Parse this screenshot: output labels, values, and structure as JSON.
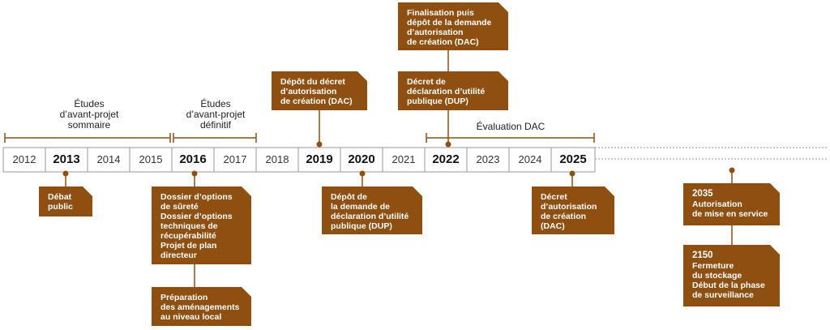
{
  "timeline": {
    "years": [
      {
        "label": "2012",
        "bold": false
      },
      {
        "label": "2013",
        "bold": true
      },
      {
        "label": "2014",
        "bold": false
      },
      {
        "label": "2015",
        "bold": false
      },
      {
        "label": "2016",
        "bold": true
      },
      {
        "label": "2017",
        "bold": false
      },
      {
        "label": "2018",
        "bold": false
      },
      {
        "label": "2019",
        "bold": true
      },
      {
        "label": "2020",
        "bold": true
      },
      {
        "label": "2021",
        "bold": false
      },
      {
        "label": "2022",
        "bold": true
      },
      {
        "label": "2023",
        "bold": false
      },
      {
        "label": "2024",
        "bold": false
      },
      {
        "label": "2025",
        "bold": true
      }
    ]
  },
  "phases": {
    "sommaire": [
      "Études",
      "d’avant-projet",
      "sommaire"
    ],
    "definitif": [
      "Études",
      "d’avant-projet",
      "définitif"
    ],
    "dac": [
      "Évaluation DAC"
    ]
  },
  "events": {
    "debat": [
      "Débat",
      "public"
    ],
    "options": [
      "Dossier d’options",
      "de sûreté",
      "Dossier d’options",
      "techniques de",
      "récupérabilité",
      "Projet de plan",
      "directeur"
    ],
    "preparation": [
      "Préparation",
      "des aménagements",
      "au niveau local"
    ],
    "depot_decret": [
      "Dépôt du décret",
      "d’autorisation",
      "de création (DAC)"
    ],
    "depot_dup": [
      "Dépôt de",
      "la demande de",
      "déclaration d’utilité",
      "publique (DUP)"
    ],
    "finalisation": [
      "Finalisation puis",
      "dépôt de la demande",
      "d’autorisation",
      "de création (DAC)"
    ],
    "decret_dup": [
      "Décret de",
      "déclaration d’utilité",
      "publique (DUP)"
    ],
    "decret_dac": [
      "Décret",
      "d’autorisation",
      "de création",
      "(DAC)"
    ],
    "y2035": {
      "year": "2035",
      "lines": [
        "Autorisation",
        "de mise en service"
      ]
    },
    "y2150": {
      "year": "2150",
      "lines": [
        "Fermeture",
        "du stockage",
        "Début de la phase",
        "de surveillance"
      ]
    }
  },
  "colors": {
    "accent": "#8f4f10",
    "text": "#222222",
    "grid": "#999999"
  }
}
